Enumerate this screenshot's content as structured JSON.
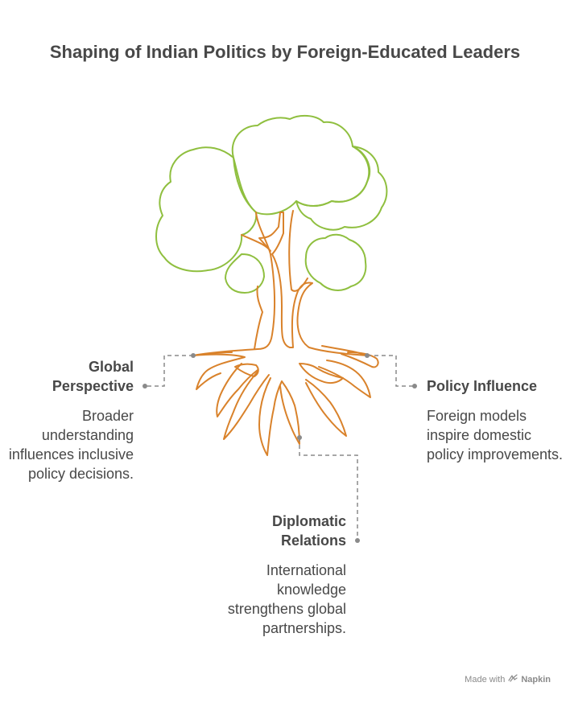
{
  "title": "Shaping of Indian Politics by Foreign-Educated Leaders",
  "items": [
    {
      "heading": "Global Perspective",
      "description": "Broader understanding influences inclusive policy decisions."
    },
    {
      "heading": "Policy Influence",
      "description": "Foreign models inspire domestic policy improvements."
    },
    {
      "heading": "Diplomatic Relations",
      "description": "International knowledge strengthens global partnerships."
    }
  ],
  "footer": {
    "made_with": "Made with",
    "brand": "Napkin"
  },
  "colors": {
    "foliage": "#8fbf3f",
    "trunk": "#d9822b",
    "connector": "#8a8a8a",
    "text": "#484848"
  },
  "icons": {
    "footer": "napkin-logo-icon"
  }
}
